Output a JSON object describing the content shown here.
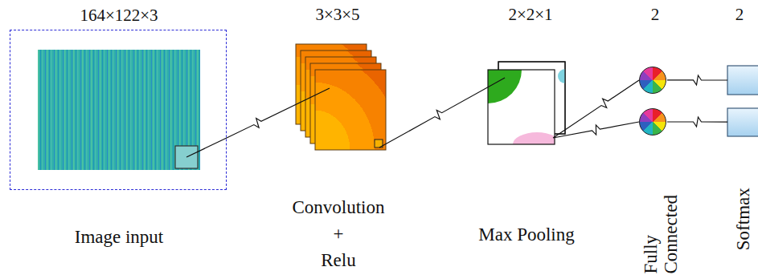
{
  "diagram": {
    "nodes": [
      {
        "text": [
          "164×122×3",
          "Image input"
        ]
      },
      {
        "text": [
          "3×3×5",
          "Convolution + Relu"
        ]
      },
      {
        "text": [
          "2×2×1",
          "Max Pooling"
        ]
      },
      {
        "text": [
          "2",
          "Fully Connected"
        ]
      },
      {
        "text": [
          "2",
          "Softmax"
        ]
      }
    ],
    "edges": [
      {
        "from": 0,
        "to": 1,
        "arrow": "none"
      },
      {
        "from": 1,
        "to": 2,
        "arrow": "none"
      },
      {
        "from": 2,
        "to": 3,
        "arrow": "none"
      },
      {
        "from": 3,
        "to": 4,
        "arrow": "none"
      }
    ]
  }
}
